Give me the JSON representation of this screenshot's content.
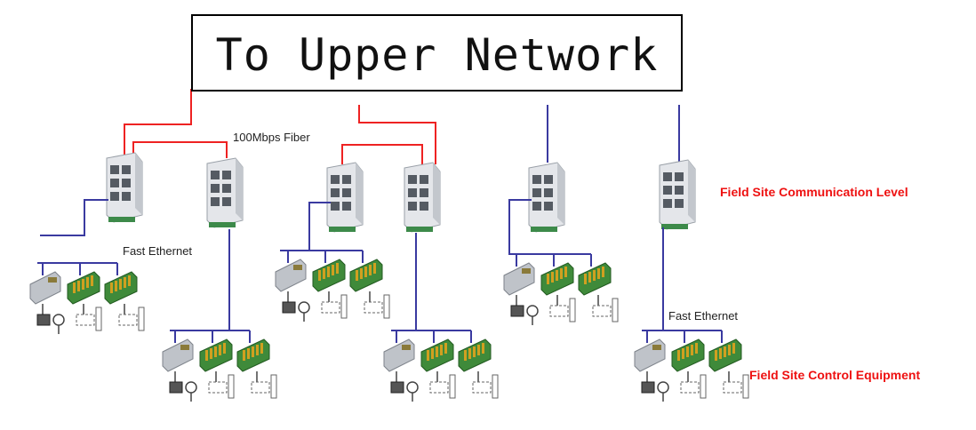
{
  "title": "To Upper Network",
  "labels": {
    "fiber": "100Mbps Fiber",
    "fast_ethernet_1": "Fast Ethernet",
    "fast_ethernet_2": "Fast Ethernet",
    "communication_level": "Field Site Communication Level",
    "control_equipment": "Field Site Control Equipment"
  },
  "colors": {
    "fiber_line": "#ee2222",
    "ethernet_line": "#3a3aa0",
    "label_red": "#ee1111",
    "switch_body": "#e4e6ea",
    "io_module": "#3f8a3a"
  },
  "icons": {
    "switch": "industrial-ethernet-switch-icon",
    "controller": "plc-controller-icon",
    "io_module": "io-module-icon",
    "device": "field-device-icon"
  }
}
